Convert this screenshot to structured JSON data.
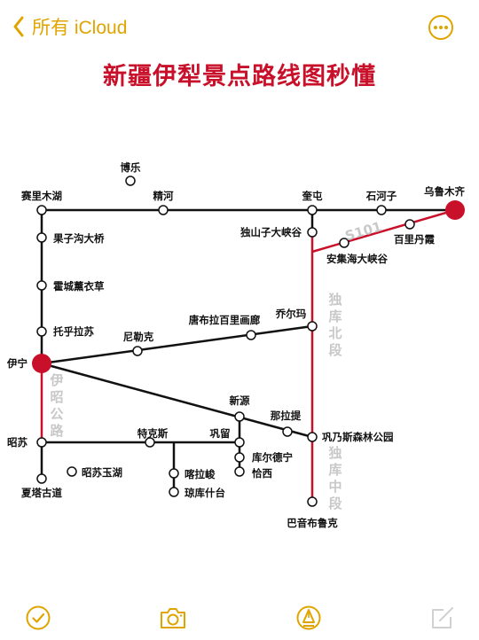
{
  "nav": {
    "back_label": "所有 iCloud",
    "more_icon": "ellipsis-circle-icon"
  },
  "note": {
    "title": "新疆伊犁景点路线图秒懂"
  },
  "colors": {
    "accent": "#e0a400",
    "red": "#c9102a",
    "line": "#111111",
    "gray_label": "#c8c8c8"
  },
  "map": {
    "stations": {
      "bole": "博乐",
      "sailimu": "赛里木湖",
      "jinghe": "精河",
      "kuitun": "奎屯",
      "shihezi": "石河子",
      "urumqi": "乌鲁木齐",
      "guozigou": "果子沟大桥",
      "dushanzi": "独山子大峡谷",
      "baili": "百里丹霞",
      "anjihai": "安集海大峡谷",
      "huocheng": "霍城薰衣草",
      "tangbula": "唐布拉百里画廊",
      "qiaoerma": "乔尔玛",
      "tuohu": "托乎拉苏",
      "nileke": "尼勒克",
      "yining": "伊宁",
      "xinyuan": "新源",
      "nalati": "那拉提",
      "gongnaisi": "巩乃斯森林公园",
      "zhaosu": "昭苏",
      "tekesi": "特克斯",
      "gongliu": "巩留",
      "kuerdening": "库尔德宁",
      "qiaxi": "恰西",
      "zhaosuyuhu": "昭苏玉湖",
      "kalajun": "喀拉峻",
      "xiata": "夏塔古道",
      "qiongku": "琼库什台",
      "bayinbuluke": "巴音布鲁克"
    },
    "route_labels": {
      "s101": "S101",
      "dukubei": [
        "独",
        "库",
        "北",
        "段"
      ],
      "dukuzhong": [
        "独",
        "库",
        "中",
        "段"
      ],
      "yizhao": [
        "伊",
        "昭",
        "公",
        "路"
      ]
    }
  },
  "toolbar": {
    "items": [
      {
        "name": "checklist-button",
        "icon": "checkmark-circle-icon"
      },
      {
        "name": "camera-button",
        "icon": "camera-icon"
      },
      {
        "name": "markup-button",
        "icon": "pen-tip-icon"
      },
      {
        "name": "compose-button",
        "icon": "compose-icon"
      }
    ]
  }
}
